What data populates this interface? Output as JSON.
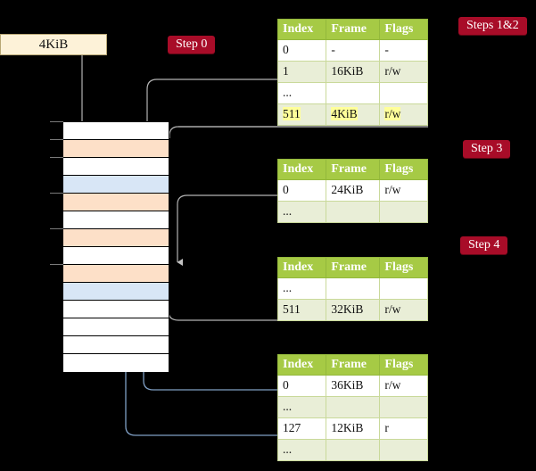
{
  "source_box": {
    "label": "4KiB"
  },
  "badges": {
    "step0": "Step 0",
    "steps12": "Steps 1&2",
    "step3": "Step 3",
    "step4": "Step 4"
  },
  "memory_column": {
    "rows": [
      {
        "fill": "white"
      },
      {
        "fill": "orange"
      },
      {
        "fill": "white"
      },
      {
        "fill": "blue"
      },
      {
        "fill": "orange"
      },
      {
        "fill": "white"
      },
      {
        "fill": "orange"
      },
      {
        "fill": "white"
      },
      {
        "fill": "orange"
      },
      {
        "fill": "blue"
      },
      {
        "fill": "white"
      },
      {
        "fill": "white"
      },
      {
        "fill": "white"
      },
      {
        "fill": "white"
      }
    ]
  },
  "colors": {
    "badge_bg": "#a80c28",
    "table_header_bg": "#a6ca45",
    "table_alt_row_bg": "#e9eed7",
    "highlight": "#ffff99",
    "cell_orange": "#fde0c8",
    "cell_blue": "#d8e6f6",
    "source_box_bg": "#fdf2d8",
    "grey_connector": "#b3b3b3",
    "blue_connector": "#7f9fc4"
  },
  "tables": [
    {
      "name": "table-level-1",
      "headers": [
        "Index",
        "Frame",
        "Flags"
      ],
      "rows": [
        {
          "cells": [
            "0",
            "-",
            "-"
          ],
          "alt": false,
          "highlight": false
        },
        {
          "cells": [
            "1",
            "16KiB",
            "r/w"
          ],
          "alt": true,
          "highlight": false
        },
        {
          "cells": [
            "...",
            "",
            ""
          ],
          "alt": false,
          "highlight": false
        },
        {
          "cells": [
            "511",
            "4KiB",
            "r/w"
          ],
          "alt": true,
          "highlight": true
        }
      ]
    },
    {
      "name": "table-level-2",
      "headers": [
        "Index",
        "Frame",
        "Flags"
      ],
      "rows": [
        {
          "cells": [
            "0",
            "24KiB",
            "r/w"
          ],
          "alt": false,
          "highlight": false
        },
        {
          "cells": [
            "...",
            "",
            ""
          ],
          "alt": true,
          "highlight": false
        }
      ]
    },
    {
      "name": "table-level-3",
      "headers": [
        "Index",
        "Frame",
        "Flags"
      ],
      "rows": [
        {
          "cells": [
            "...",
            "",
            ""
          ],
          "alt": false,
          "highlight": false
        },
        {
          "cells": [
            "511",
            "32KiB",
            "r/w"
          ],
          "alt": true,
          "highlight": false
        }
      ]
    },
    {
      "name": "table-level-4",
      "headers": [
        "Index",
        "Frame",
        "Flags"
      ],
      "rows": [
        {
          "cells": [
            "0",
            "36KiB",
            "r/w"
          ],
          "alt": false,
          "highlight": false
        },
        {
          "cells": [
            "...",
            "",
            ""
          ],
          "alt": true,
          "highlight": false
        },
        {
          "cells": [
            "127",
            "12KiB",
            "r"
          ],
          "alt": false,
          "highlight": false
        },
        {
          "cells": [
            "...",
            "",
            ""
          ],
          "alt": true,
          "highlight": false
        }
      ]
    }
  ]
}
